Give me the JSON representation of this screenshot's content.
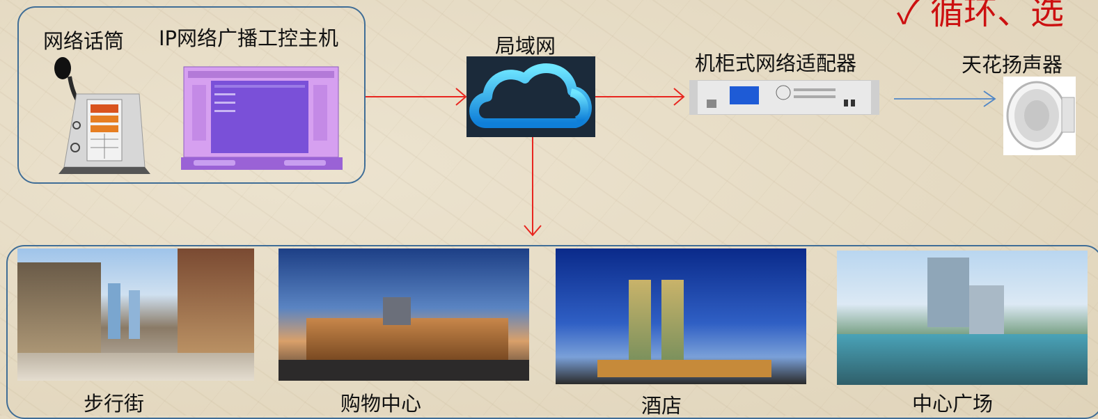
{
  "top_note": "✓ 循环、选",
  "devices": {
    "mic_label": "网络话筒",
    "host_label": "IP网络广播工控主机",
    "lan_label": "局域网",
    "adapter_label": "机柜式网络适配器",
    "speaker_label": "天花扬声器"
  },
  "venues": [
    {
      "label": "步行街"
    },
    {
      "label": "购物中心"
    },
    {
      "label": "酒店"
    },
    {
      "label": "中心广场"
    }
  ],
  "colors": {
    "arrow_red": "#e8261f",
    "arrow_blue": "#4f86c6",
    "box_border": "#3f6d96",
    "note_red": "#cc1010"
  }
}
